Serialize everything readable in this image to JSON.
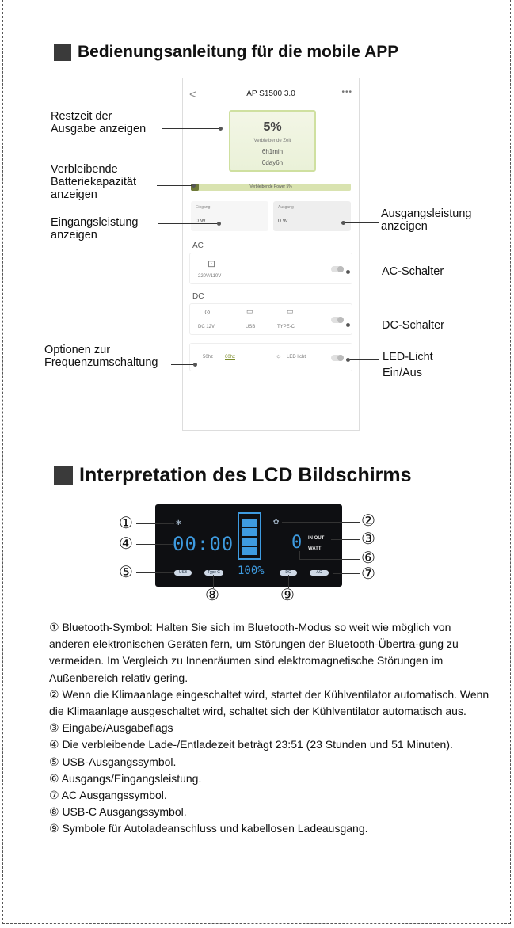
{
  "headings": {
    "app": "Bedienungsanleitung für die mobile APP",
    "lcd": "Interpretation des LCD Bildschirms"
  },
  "app": {
    "title": "AP S1500 3.0",
    "back": "<",
    "more": "•••",
    "percent": "5%",
    "remaining_label": "Verbleibende Zeit",
    "time1": "6h1min",
    "time2": "0day6h",
    "bar_label": "Verbleibende Power 5%",
    "battery_fraction": 0.05,
    "input_label": "Eingang",
    "input_value": "0 W",
    "output_label": "Ausgang",
    "output_value": "0 W",
    "ac_section": "AC",
    "ac_voltage": "220V/110V",
    "dc_section": "DC",
    "dc_12v": "DC 12V",
    "usb": "USB",
    "typec": "TYPE-C",
    "freq_50": "50hz",
    "freq_60": "60hz",
    "led_label": "LED licht"
  },
  "annotations": {
    "restzeit_1": "Restzeit der",
    "restzeit_2": "Ausgabe anzeigen",
    "battery_1": "Verbleibende",
    "battery_2": "Batteriekapazität",
    "battery_3": "anzeigen",
    "input_1": "Eingangsleistung",
    "input_2": "anzeigen",
    "freq_1": "Optionen zur",
    "freq_2": "Frequenzumschaltung",
    "output_1": "Ausgangsleistung",
    "output_2": "anzeigen",
    "ac_switch": "AC-Schalter",
    "dc_switch": "DC-Schalter",
    "led_1": "LED-Licht",
    "led_2": "Ein/Aus"
  },
  "lcd": {
    "time": "00:00",
    "watt_value": "0",
    "in_out": "IN OUT",
    "watt": "WATT",
    "usb": "USB",
    "typec": "Type C",
    "percent": "100%",
    "dc": "DC",
    "ac": "AC",
    "bluetooth": "✱",
    "fan": "✿",
    "markers": [
      "①",
      "②",
      "③",
      "④",
      "⑤",
      "⑥",
      "⑦",
      "⑧",
      "⑨"
    ]
  },
  "body": [
    "① Bluetooth-Symbol: Halten Sie sich im Bluetooth-Modus so weit wie möglich von anderen elektronischen Geräten fern, um Störungen der Bluetooth-Übertra-gung zu vermeiden. Im Vergleich zu Innenräumen sind elektromagnetische Störungen im Außenbereich relativ gering.",
    "② Wenn die Klimaanlage eingeschaltet wird, startet der Kühlventilator automatisch. Wenn die Klimaanlage ausgeschaltet wird, schaltet sich der Kühlventilator automatisch aus.",
    "③ Eingabe/Ausgabeflags",
    "④ Die verbleibende Lade-/Entladezeit beträgt 23:51 (23 Stunden und 51 Minuten).",
    "⑤ USB-Ausgangssymbol.",
    "⑥ Ausgangs/Eingangsleistung.",
    "⑦ AC Ausgangssymbol.",
    "⑧ USB-C Ausgangssymbol.",
    "⑨ Symbole für Autoladeanschluss und kabellosen Ladeausgang."
  ]
}
